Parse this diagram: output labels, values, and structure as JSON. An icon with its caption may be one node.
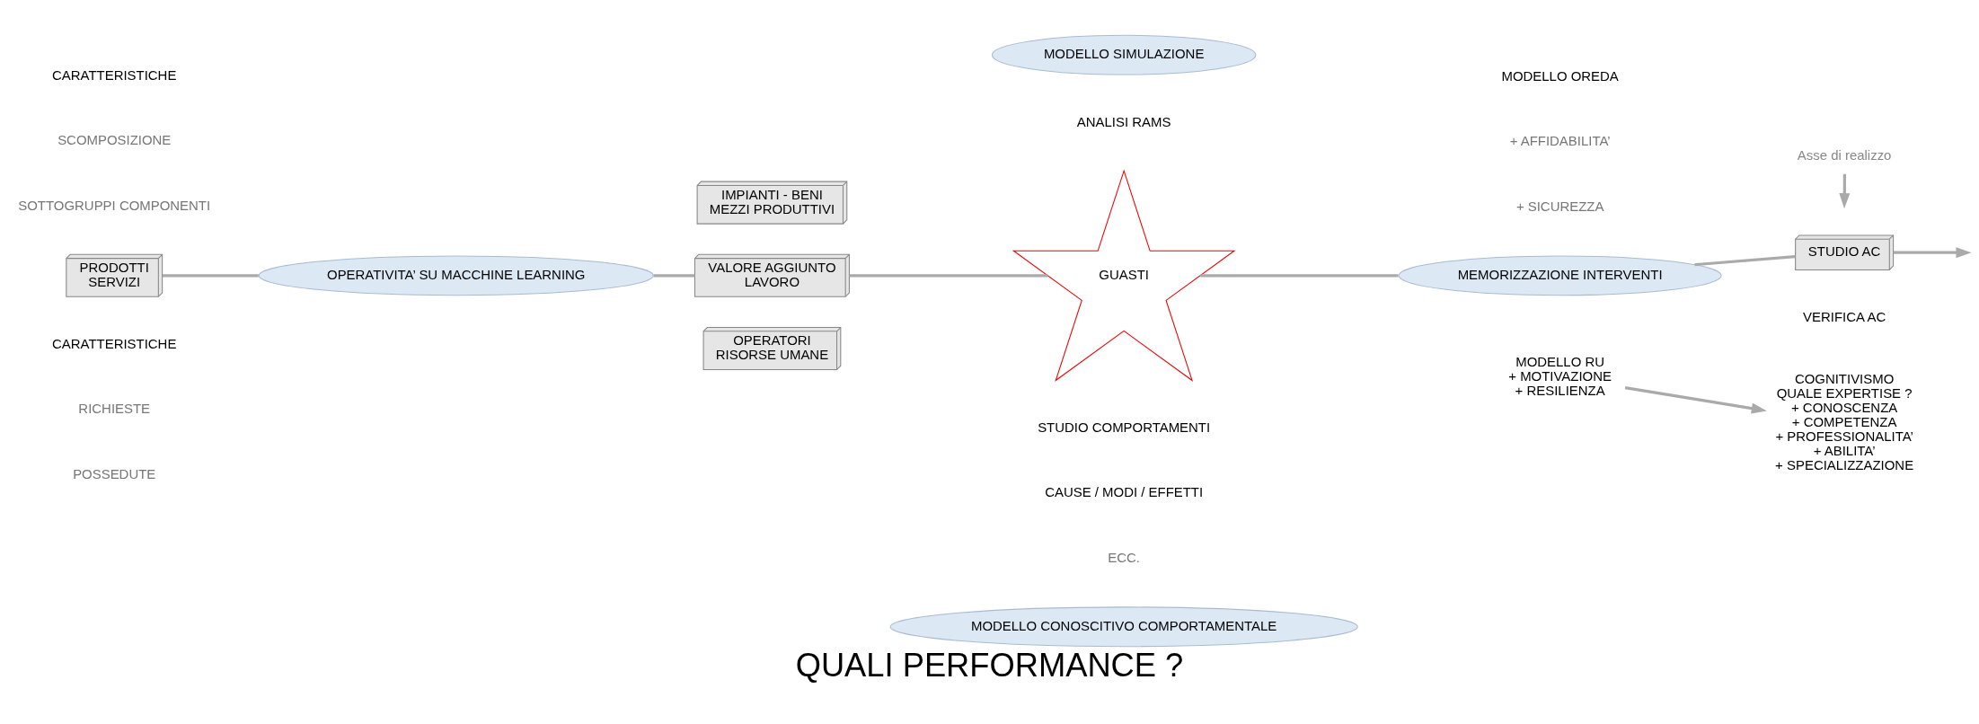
{
  "diagram": {
    "title": "QUALI PERFORMANCE ?",
    "nodes": [
      {
        "text": [
          "IMPIANTI - BENI",
          "MEZZI PRODUTTIVI"
        ]
      },
      {
        "text": [
          "MODELLO SIMULAZIONE"
        ]
      },
      {
        "text": [
          "Asse di realizzo"
        ]
      },
      {
        "text": [
          "PRODOTTI",
          "SERVIZI"
        ]
      },
      {
        "text": [
          "OPERATIVITA’ SU MACCHINE LEARNING"
        ]
      },
      {
        "text": [
          "VALORE AGGIUNTO",
          "LAVORO"
        ]
      },
      {
        "text": [
          "GUASTI"
        ]
      },
      {
        "text": [
          "MEMORIZZAZIONE INTERVENTI"
        ]
      },
      {
        "text": [
          "STUDIO AC"
        ]
      },
      {
        "text": [
          "OPERATORI",
          "RISORSE UMANE"
        ]
      },
      {
        "text": [
          "MODELLO CONOSCITIVO COMPORTAMENTALE"
        ]
      },
      {
        "text": [
          "MODELLO RU",
          "+ MOTIVAZIONE",
          "+ RESILIENZA"
        ]
      },
      {
        "text": [
          "COGNITIVISMO",
          "QUALE EXPERTISE ?",
          "+ CONOSCENZA",
          "+ COMPETENZA",
          "+ PROFESSIONALITA’",
          "+ ABILITA’",
          "+ SPECIALIZZAZIONE"
        ]
      }
    ],
    "edges": [
      {
        "from": 3,
        "to": 4,
        "arrow": "none"
      },
      {
        "from": 4,
        "to": 5,
        "arrow": "none"
      },
      {
        "from": 5,
        "to": 6,
        "arrow": "none"
      },
      {
        "from": 6,
        "to": 7,
        "arrow": "none"
      },
      {
        "from": 7,
        "to": 8,
        "arrow": "none"
      },
      {
        "from": 8,
        "to": null,
        "arrow": "to"
      },
      {
        "from": 2,
        "to": null,
        "arrow": "to"
      },
      {
        "from": 11,
        "to": 12,
        "arrow": "to"
      }
    ],
    "labels": [
      "CARATTERISTICHE",
      "SCOMPOSIZIONE",
      "SOTTOGRUPPI COMPONENTI",
      "MODELLO OREDA",
      "+ AFFIDABILITA’",
      "+ SICUREZZA",
      "ANALISI RAMS",
      "STUDIO COMPORTAMENTI",
      "CAUSE / MODI / EFFETTI",
      "ECC.",
      "VERIFICA AC",
      "CARATTERISTICHE",
      "RICHIESTE",
      "POSSEDUTE"
    ]
  }
}
